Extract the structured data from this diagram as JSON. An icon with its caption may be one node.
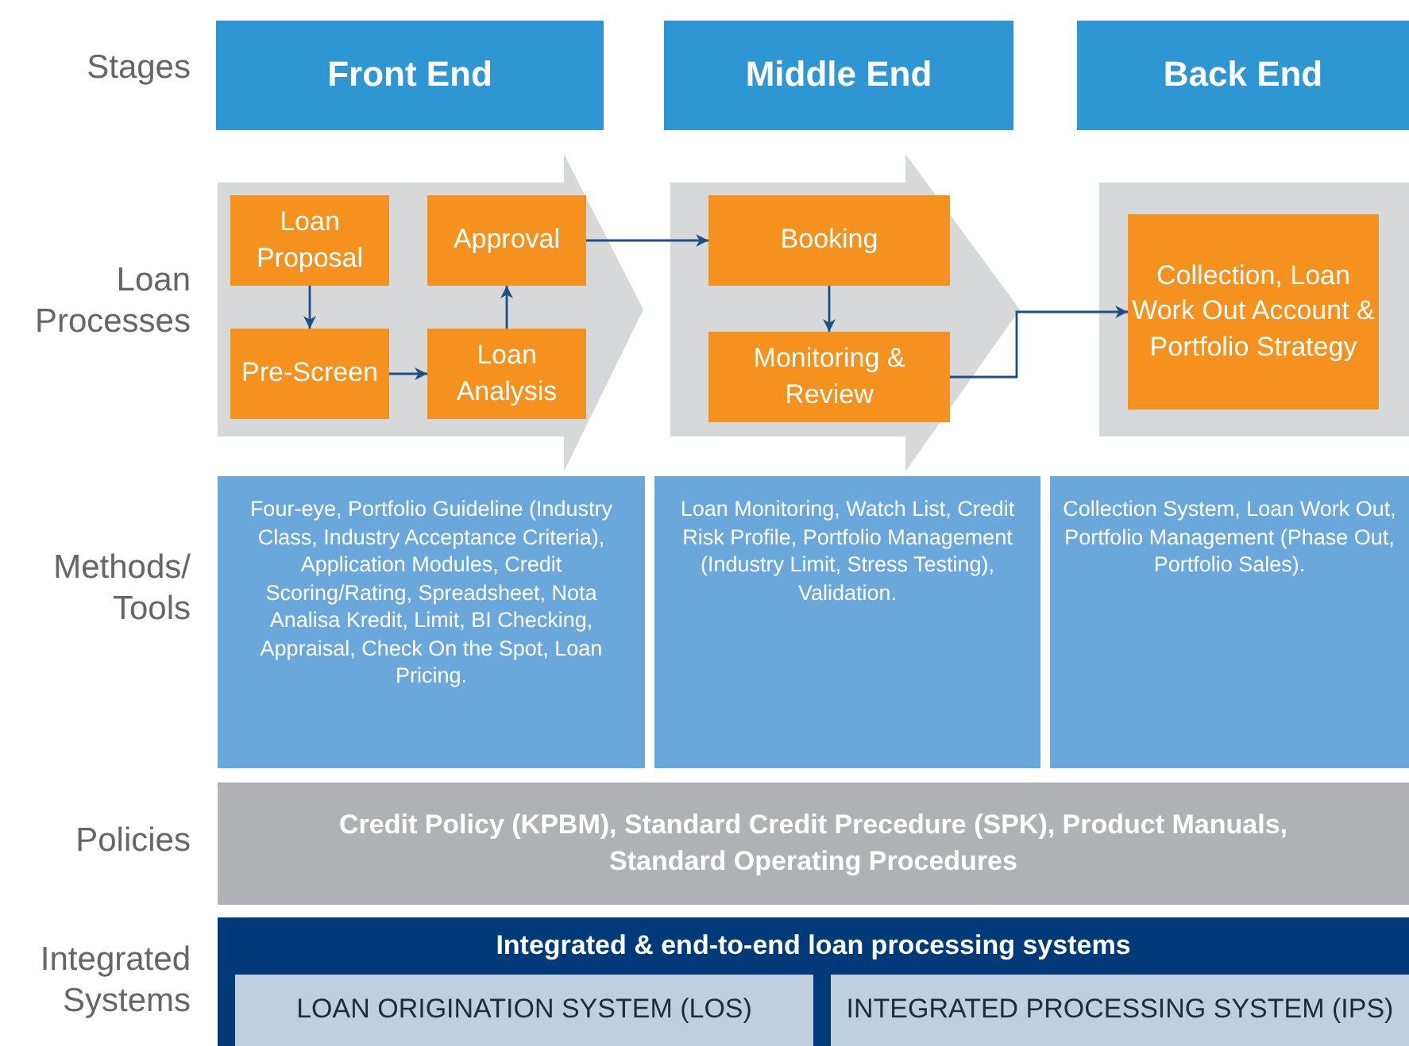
{
  "diagram": {
    "nodes": [
      {
        "text": [
          "Front End"
        ]
      },
      {
        "text": [
          "Middle End"
        ]
      },
      {
        "text": [
          "Back End"
        ]
      },
      {
        "text": [],
        "shape": "chevron"
      },
      {
        "text": [
          "Loan Proposal"
        ],
        "in": 3
      },
      {
        "text": [
          "Approval"
        ],
        "in": 3
      },
      {
        "text": [
          "Pre-Screen"
        ],
        "in": 3
      },
      {
        "text": [
          "Loan Analysis"
        ],
        "in": 3
      },
      {
        "text": [],
        "shape": "chevron"
      },
      {
        "text": [
          "Booking"
        ],
        "in": 8
      },
      {
        "text": [
          "Monitoring & Review"
        ],
        "in": 8
      },
      {
        "text": [],
        "shape": "box"
      },
      {
        "text": [
          "Collection, Loan Work Out Account & Portfolio Strategy"
        ],
        "in": 11
      },
      {
        "text": [
          "Four-eye, Portfolio Guideline (Industry Class, Industry Acceptance Criteria), Application Modules, Credit Scoring/Rating, Spreadsheet, Nota Analisa Kredit, Limit, BI Checking, Appraisal, Check On the Spot, Loan Pricing."
        ]
      },
      {
        "text": [
          "Loan Monitoring, Watch List, Credit Risk Profile, Portfolio Management (Industry Limit, Stress Testing), Validation."
        ]
      },
      {
        "text": [
          "Collection System, Loan Work Out, Portfolio Management (Phase Out, Portfolio Sales)."
        ]
      },
      {
        "text": [
          "Credit Policy (KPBM), Standard Credit Precedure (SPK), Product Manuals, Standard Operating Procedures"
        ]
      },
      {
        "text": [
          "Integrated & end-to-end loan processing systems"
        ]
      },
      {
        "text": [
          "LOAN ORIGINATION SYSTEM (LOS)"
        ],
        "in": 17
      },
      {
        "text": [
          "INTEGRATED PROCESSING SYSTEM (IPS)"
        ],
        "in": 17
      }
    ],
    "edges": [
      {
        "from": 4,
        "to": 6,
        "arrow": "to"
      },
      {
        "from": 6,
        "to": 7,
        "arrow": "to"
      },
      {
        "from": 7,
        "to": 5,
        "arrow": "to"
      },
      {
        "from": 5,
        "to": 9,
        "arrow": "to"
      },
      {
        "from": 9,
        "to": 10,
        "arrow": "to"
      },
      {
        "from": 10,
        "to": 12,
        "arrow": "to"
      }
    ],
    "labels": [
      "Stages",
      "Loan Processes",
      "Methods/ Tools",
      "Policies",
      "Integrated Systems"
    ]
  }
}
